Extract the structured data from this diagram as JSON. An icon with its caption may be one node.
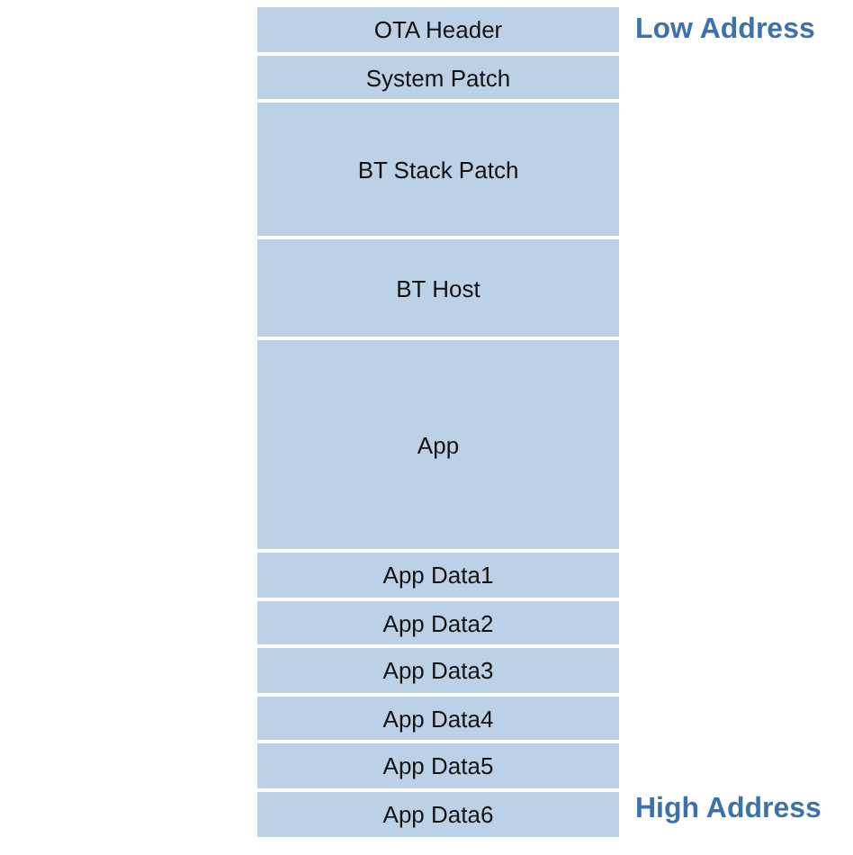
{
  "diagram": {
    "nodes": [
      {
        "text": [
          "OTA Header"
        ]
      },
      {
        "text": [
          "System Patch"
        ]
      },
      {
        "text": [
          "BT Stack Patch"
        ]
      },
      {
        "text": [
          "BT Host"
        ]
      },
      {
        "text": [
          "App"
        ]
      },
      {
        "text": [
          "App Data1"
        ]
      },
      {
        "text": [
          "App Data2"
        ]
      },
      {
        "text": [
          "App Data3"
        ]
      },
      {
        "text": [
          "App Data4"
        ]
      },
      {
        "text": [
          "App Data5"
        ]
      },
      {
        "text": [
          "App Data6"
        ]
      }
    ],
    "labels": [
      "Low Address",
      "High Address"
    ]
  }
}
